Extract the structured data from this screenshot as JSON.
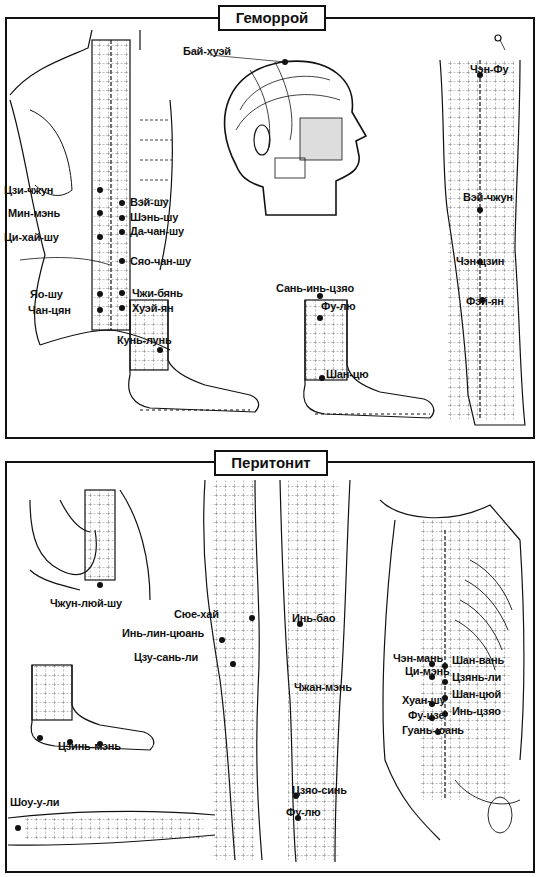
{
  "diagram": {
    "nodes": [
      {
        "text": [
          "Геморрой"
        ]
      },
      {
        "text": [
          "Перитонит"
        ]
      }
    ],
    "labels": [
      "Бай-хуэй",
      "Чэн-Фу",
      "Цзи-чжун",
      "Вэй-шу",
      "Мин-мэнь",
      "Шэнь-шу",
      "Ци-хай-шу",
      "Да-чан-шу",
      "Сяо-чан-шу",
      "Вэй-чжун",
      "Яо-шу",
      "Чжи-бянь",
      "Чан-цян",
      "Хуэй-ян",
      "Сань-инь-цзяо",
      "Фу-лю",
      "Чэн-цзин",
      "Фэй-ян",
      "Кунь-лунь",
      "Шан-цю",
      "Чжун-люй-шу",
      "Сюе-хай",
      "Инь-бао",
      "Чэн-мань",
      "Шан-вань",
      "Ци-мэнь",
      "Цзянь-ли",
      "Инь-лин-цюань",
      "Чжан-мэнь",
      "Шан-цюй",
      "Цзу-сань-ли",
      "Хуан-шу",
      "Фу-цзе",
      "Инь-цзяо",
      "Гуань-юань",
      "Цзинь-мэнь",
      "Шоу-у-ли",
      "Цзяо-синь",
      "Фу-лю"
    ]
  }
}
